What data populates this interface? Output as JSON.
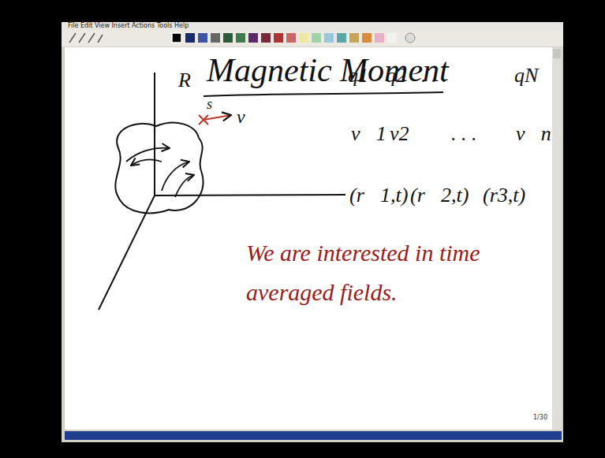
{
  "diagram": {
    "title": "Magnetic Moment",
    "labels": [
      "File Edit View Insert Actions Tools Help",
      "R",
      "s",
      "v⃗",
      "q1",
      "q2",
      ". . .",
      "qN",
      "v⃗1",
      "v2",
      ". . .",
      "v⃗n",
      "(r⃗1,t)",
      "(r⃗2,t)",
      "(r3,t)",
      "We are interested in time averaged fields.",
      "1/30"
    ]
  }
}
